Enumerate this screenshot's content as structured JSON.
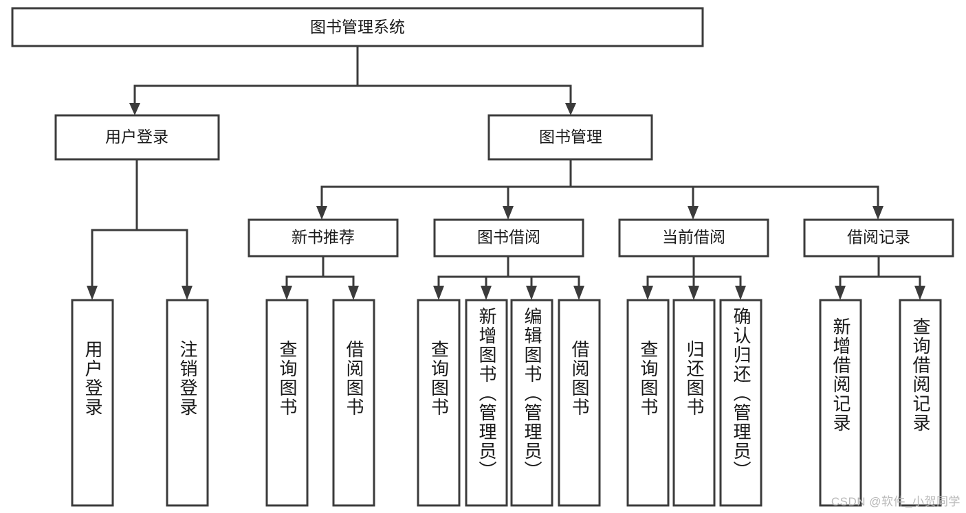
{
  "diagram": {
    "type": "tree",
    "title": "图书管理系统",
    "watermark": "CSDN @软件_小贺同学",
    "colors": {
      "box_stroke": "#3b3b3b",
      "box_fill": "#ffffff",
      "text": "#1a1a1a",
      "background": "#ffffff",
      "watermark": "#b9b9b9"
    },
    "levels": {
      "root": "图书管理系统",
      "level2": [
        "用户登录",
        "图书管理"
      ],
      "level3": [
        "新书推荐",
        "图书借阅",
        "当前借阅",
        "借阅记录"
      ]
    },
    "nodes": {
      "root": {
        "label": "图书管理系统"
      },
      "user_login": {
        "label": "用户登录"
      },
      "book_manage": {
        "label": "图书管理"
      },
      "new_book_rec": {
        "label": "新书推荐"
      },
      "book_borrow": {
        "label": "图书借阅"
      },
      "current_borrow": {
        "label": "当前借阅"
      },
      "borrow_record": {
        "label": "借阅记录"
      },
      "leaf_user_login": {
        "label": "用户登录"
      },
      "leaf_logout": {
        "label": "注销登录"
      },
      "leaf_query_book_1": {
        "label": "查询图书"
      },
      "leaf_borrow_book_1": {
        "label": "借阅图书"
      },
      "leaf_query_book_2": {
        "label": "查询图书"
      },
      "leaf_add_book": {
        "label": "新增图书（管理员）"
      },
      "leaf_edit_book": {
        "label": "编辑图书（管理员）"
      },
      "leaf_borrow_book_2": {
        "label": "借阅图书"
      },
      "leaf_query_book_3": {
        "label": "查询图书"
      },
      "leaf_return_book": {
        "label": "归还图书"
      },
      "leaf_confirm_return": {
        "label": "确认归还（管理员）"
      },
      "leaf_add_record": {
        "label": "新增借阅记录"
      },
      "leaf_query_record": {
        "label": "查询借阅记录"
      }
    },
    "edges": [
      {
        "from": "root",
        "to": "user_login"
      },
      {
        "from": "root",
        "to": "book_manage"
      },
      {
        "from": "user_login",
        "to": "leaf_user_login"
      },
      {
        "from": "user_login",
        "to": "leaf_logout"
      },
      {
        "from": "book_manage",
        "to": "new_book_rec"
      },
      {
        "from": "book_manage",
        "to": "book_borrow"
      },
      {
        "from": "book_manage",
        "to": "current_borrow"
      },
      {
        "from": "book_manage",
        "to": "borrow_record"
      },
      {
        "from": "new_book_rec",
        "to": "leaf_query_book_1"
      },
      {
        "from": "new_book_rec",
        "to": "leaf_borrow_book_1"
      },
      {
        "from": "book_borrow",
        "to": "leaf_query_book_2"
      },
      {
        "from": "book_borrow",
        "to": "leaf_add_book"
      },
      {
        "from": "book_borrow",
        "to": "leaf_edit_book"
      },
      {
        "from": "book_borrow",
        "to": "leaf_borrow_book_2"
      },
      {
        "from": "current_borrow",
        "to": "leaf_query_book_3"
      },
      {
        "from": "current_borrow",
        "to": "leaf_return_book"
      },
      {
        "from": "current_borrow",
        "to": "leaf_confirm_return"
      },
      {
        "from": "borrow_record",
        "to": "leaf_add_record"
      },
      {
        "from": "borrow_record",
        "to": "leaf_query_record"
      }
    ]
  }
}
